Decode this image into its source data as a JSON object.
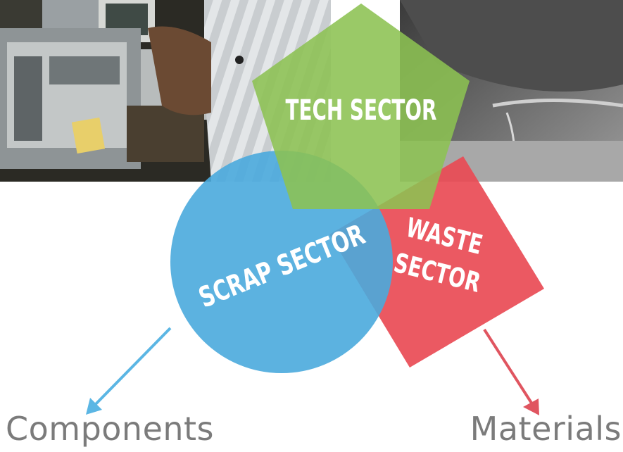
{
  "diagram": {
    "sectors": {
      "tech": {
        "label": "TECH SECTOR",
        "color": "#8cc152"
      },
      "scrap": {
        "label": "SCRAP SECTOR",
        "color": "#4aaadd"
      },
      "waste": {
        "line1": "WASTE",
        "line2": "SECTOR",
        "color": "#e94b55"
      }
    },
    "outputs": {
      "components": {
        "label": "Components",
        "arrow_color": "#5bb6e4"
      },
      "materials": {
        "label": "Materials",
        "arrow_color": "#e05560"
      }
    },
    "label_color": "#7b7b7b"
  }
}
